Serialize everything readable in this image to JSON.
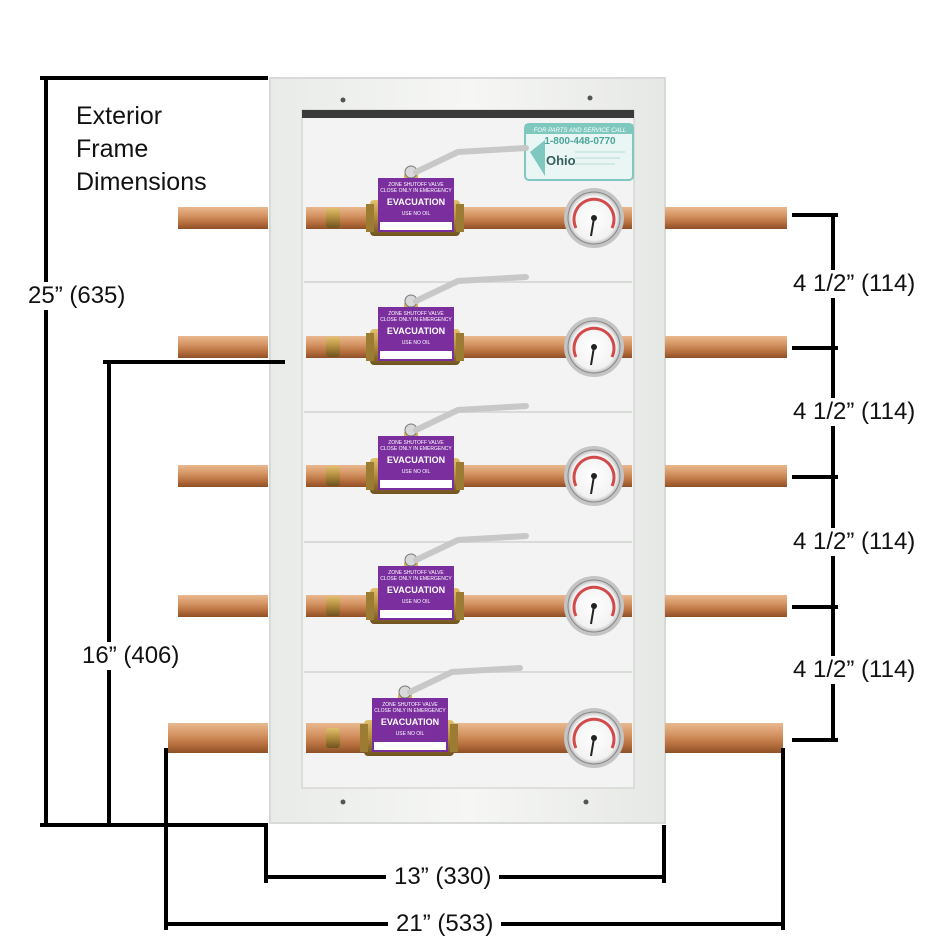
{
  "title_lines": [
    "Exterior",
    "Frame",
    "Dimensions"
  ],
  "dimensions": {
    "overall_height": "25” (635)",
    "pipe_span_height": "16” (406)",
    "frame_width": "13” (330)",
    "overall_width": "21” (533)",
    "spacing": [
      "4 1/2” (114)",
      "4 1/2” (114)",
      "4 1/2” (114)",
      "4 1/2” (114)"
    ]
  },
  "valve_label": {
    "small1": "ZONE SHUTOFF VALVE",
    "small2": "CLOSE ONLY IN EMERGENCY",
    "main": "EVACUATION",
    "small3": "USE NO OIL"
  },
  "service_label": {
    "header": "FOR PARTS AND SERVICE CALL",
    "phone": "1-800-448-0770",
    "brand": "Ohio"
  },
  "colors": {
    "label_purple": "#7b2f9e",
    "copper": "#c98a5a",
    "brass": "#b08a3c",
    "frame": "#f2f3f1",
    "service_teal": "#7fc8c0"
  },
  "valve_count": 5
}
